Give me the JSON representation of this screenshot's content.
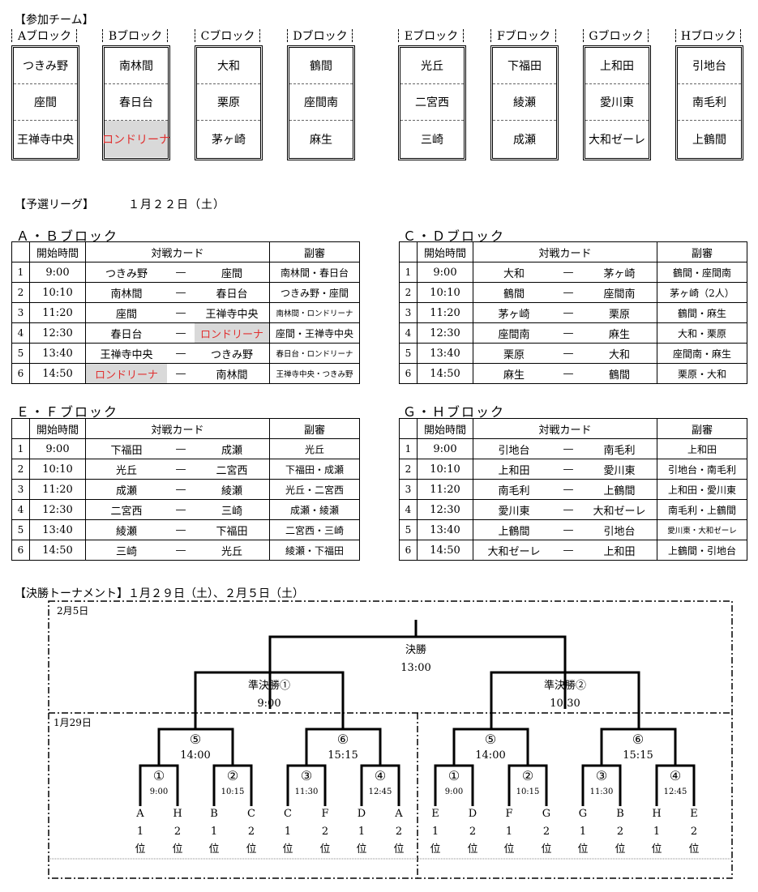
{
  "participants": {
    "title": "【参加チーム】",
    "blocks": [
      {
        "name": "Aブロック",
        "teams": [
          "つきみ野",
          "座間",
          "王禅寺中央"
        ]
      },
      {
        "name": "Bブロック",
        "teams": [
          "南林間",
          "春日台",
          "ロンドリーナ"
        ]
      },
      {
        "name": "Cブロック",
        "teams": [
          "大和",
          "栗原",
          "茅ヶ崎"
        ]
      },
      {
        "name": "Dブロック",
        "teams": [
          "鶴間",
          "座間南",
          "麻生"
        ]
      },
      {
        "name": "Eブロック",
        "teams": [
          "光丘",
          "二宮西",
          "三崎"
        ]
      },
      {
        "name": "Fブロック",
        "teams": [
          "下福田",
          "綾瀬",
          "成瀬"
        ]
      },
      {
        "name": "Gブロック",
        "teams": [
          "上和田",
          "愛川東",
          "大和ゼーレ"
        ]
      },
      {
        "name": "Hブロック",
        "teams": [
          "引地台",
          "南毛利",
          "上鶴間"
        ]
      }
    ]
  },
  "league": {
    "title": "【予選リーグ】",
    "date": "１月２２日（土）",
    "headers": {
      "no": "",
      "time": "開始時間",
      "match": "対戦カード",
      "ref": "副審"
    },
    "dash": "—",
    "tables": [
      {
        "title": "Ａ・Ｂブロック",
        "rows": [
          [
            "1",
            "9:00",
            "つきみ野",
            "座間",
            "南林間・春日台"
          ],
          [
            "2",
            "10:10",
            "南林間",
            "春日台",
            "つきみ野・座間"
          ],
          [
            "3",
            "11:20",
            "座間",
            "王禅寺中央",
            "南林間・ロンドリーナ"
          ],
          [
            "4",
            "12:30",
            "春日台",
            "ロンドリーナ",
            "座間・王禅寺中央"
          ],
          [
            "5",
            "13:40",
            "王禅寺中央",
            "つきみ野",
            "春日台・ロンドリーナ"
          ],
          [
            "6",
            "14:50",
            "ロンドリーナ",
            "南林間",
            "王禅寺中央・つきみ野"
          ]
        ]
      },
      {
        "title": "Ｃ・Ｄブロック",
        "rows": [
          [
            "1",
            "9:00",
            "大和",
            "茅ヶ崎",
            "鶴間・座間南"
          ],
          [
            "2",
            "10:10",
            "鶴間",
            "座間南",
            "茅ヶ崎（2人）"
          ],
          [
            "3",
            "11:20",
            "茅ヶ崎",
            "栗原",
            "鶴間・麻生"
          ],
          [
            "4",
            "12:30",
            "座間南",
            "麻生",
            "大和・栗原"
          ],
          [
            "5",
            "13:40",
            "栗原",
            "大和",
            "座間南・麻生"
          ],
          [
            "6",
            "14:50",
            "麻生",
            "鶴間",
            "栗原・大和"
          ]
        ]
      },
      {
        "title": "Ｅ・Ｆブロック",
        "rows": [
          [
            "1",
            "9:00",
            "下福田",
            "成瀬",
            "光丘"
          ],
          [
            "2",
            "10:10",
            "光丘",
            "二宮西",
            "下福田・成瀬"
          ],
          [
            "3",
            "11:20",
            "成瀬",
            "綾瀬",
            "光丘・二宮西"
          ],
          [
            "4",
            "12:30",
            "二宮西",
            "三崎",
            "成瀬・綾瀬"
          ],
          [
            "5",
            "13:40",
            "綾瀬",
            "下福田",
            "二宮西・三崎"
          ],
          [
            "6",
            "14:50",
            "三崎",
            "光丘",
            "綾瀬・下福田"
          ]
        ]
      },
      {
        "title": "Ｇ・Ｈブロック",
        "rows": [
          [
            "1",
            "9:00",
            "引地台",
            "南毛利",
            "上和田"
          ],
          [
            "2",
            "10:10",
            "上和田",
            "愛川東",
            "引地台・南毛利"
          ],
          [
            "3",
            "11:20",
            "南毛利",
            "上鶴間",
            "上和田・愛川東"
          ],
          [
            "4",
            "12:30",
            "愛川東",
            "大和ゼーレ",
            "南毛利・上鶴間"
          ],
          [
            "5",
            "13:40",
            "上鶴間",
            "引地台",
            "愛川東・大和ゼーレ"
          ],
          [
            "6",
            "14:50",
            "大和ゼーレ",
            "上和田",
            "上鶴間・引地台"
          ]
        ]
      }
    ]
  },
  "tournament": {
    "title": "【決勝トーナメント】１月２９日（土）、２月５日（土）",
    "day2": "2月5日",
    "day1": "1月29日",
    "final": {
      "label": "決勝",
      "time": "13:00"
    },
    "semi1": {
      "label": "準決勝①",
      "time": "9:00"
    },
    "semi2": {
      "label": "準決勝②",
      "time": "10:30"
    },
    "left": {
      "q5": {
        "label": "⑤",
        "time": "14:00"
      },
      "q6": {
        "label": "⑥",
        "time": "15:15"
      },
      "r1": {
        "label": "①",
        "time": "9:00"
      },
      "r2": {
        "label": "②",
        "time": "10:15"
      },
      "r3": {
        "label": "③",
        "time": "11:30"
      },
      "r4": {
        "label": "④",
        "time": "12:45"
      },
      "seeds": [
        [
          "A",
          "1",
          "位"
        ],
        [
          "H",
          "2",
          "位"
        ],
        [
          "B",
          "1",
          "位"
        ],
        [
          "C",
          "2",
          "位"
        ],
        [
          "C",
          "1",
          "位"
        ],
        [
          "F",
          "2",
          "位"
        ],
        [
          "D",
          "1",
          "位"
        ],
        [
          "A",
          "2",
          "位"
        ]
      ]
    },
    "right": {
      "q5": {
        "label": "⑤",
        "time": "14:00"
      },
      "q6": {
        "label": "⑥",
        "time": "15:15"
      },
      "r1": {
        "label": "①",
        "time": "9:00"
      },
      "r2": {
        "label": "②",
        "time": "10:15"
      },
      "r3": {
        "label": "③",
        "time": "11:30"
      },
      "r4": {
        "label": "④",
        "time": "12:45"
      },
      "seeds": [
        [
          "E",
          "1",
          "位"
        ],
        [
          "D",
          "2",
          "位"
        ],
        [
          "F",
          "1",
          "位"
        ],
        [
          "G",
          "2",
          "位"
        ],
        [
          "G",
          "1",
          "位"
        ],
        [
          "B",
          "2",
          "位"
        ],
        [
          "H",
          "1",
          "位"
        ],
        [
          "E",
          "2",
          "位"
        ]
      ]
    }
  }
}
